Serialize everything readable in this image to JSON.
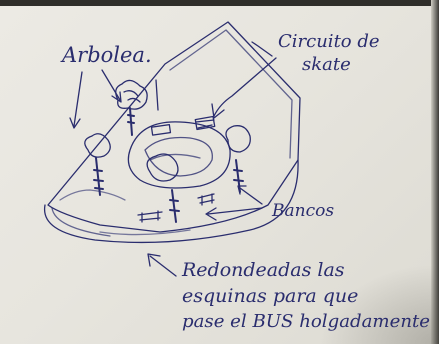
{
  "annotations": {
    "trees": "Arbolea.",
    "skate_circuit_line1": "Circuito de",
    "skate_circuit_line2": "skate",
    "benches": "Bancos",
    "note_line1": "Redondeadas las",
    "note_line2": "esquinas para que",
    "note_line3": "pase el BUS holgadamente"
  },
  "colors": {
    "ink": "#2a2d6e",
    "paper": "#e9e7e0"
  }
}
